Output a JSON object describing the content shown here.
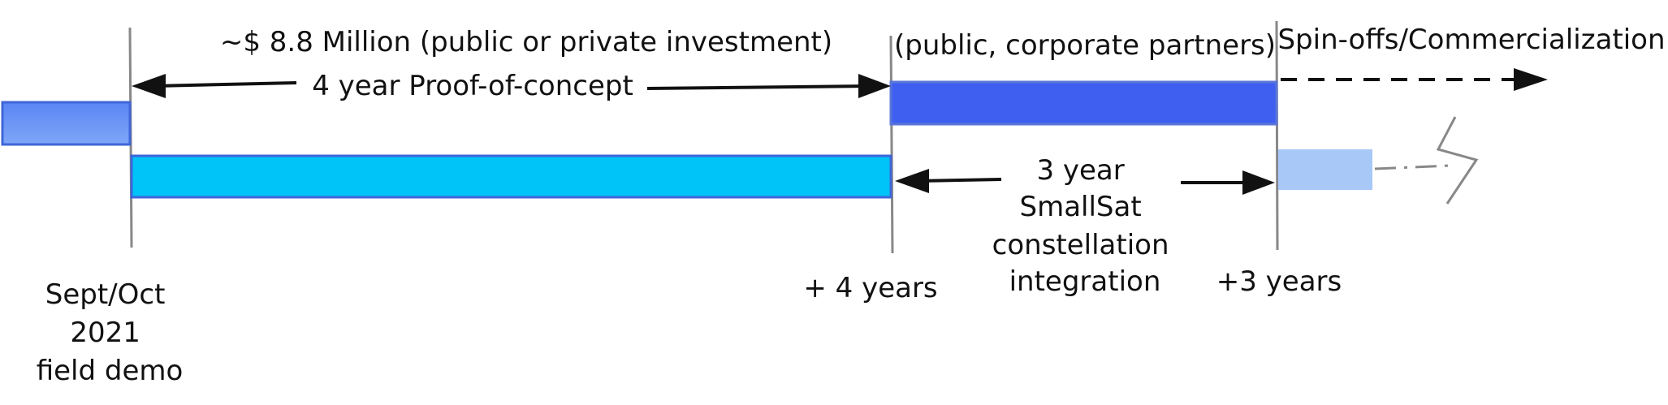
{
  "labels": {
    "funding": "~$ 8.8 Million (public or private investment)",
    "proof_of_concept": "4 year Proof-of-concept",
    "partners": "(public, corporate partners)",
    "spinoffs": "Spin-offs/Commercialization",
    "smallsat_lines": [
      "3 year",
      "SmallSat",
      "constellation",
      "integration"
    ],
    "plus_4_years": "+ 4 years",
    "plus_3_years": "+3 years",
    "field_demo_lines": [
      "Sept/Oct",
      "2021",
      "field demo"
    ]
  },
  "colors": {
    "early_bar": "#4f7df0",
    "proof_bar": "#00c3f7",
    "partner_bar": "#3f5ff0",
    "spinoff_bar": "#a8c8f8",
    "milestone_line": "#888888",
    "arrow": "#111111",
    "lightning": "#888888"
  }
}
